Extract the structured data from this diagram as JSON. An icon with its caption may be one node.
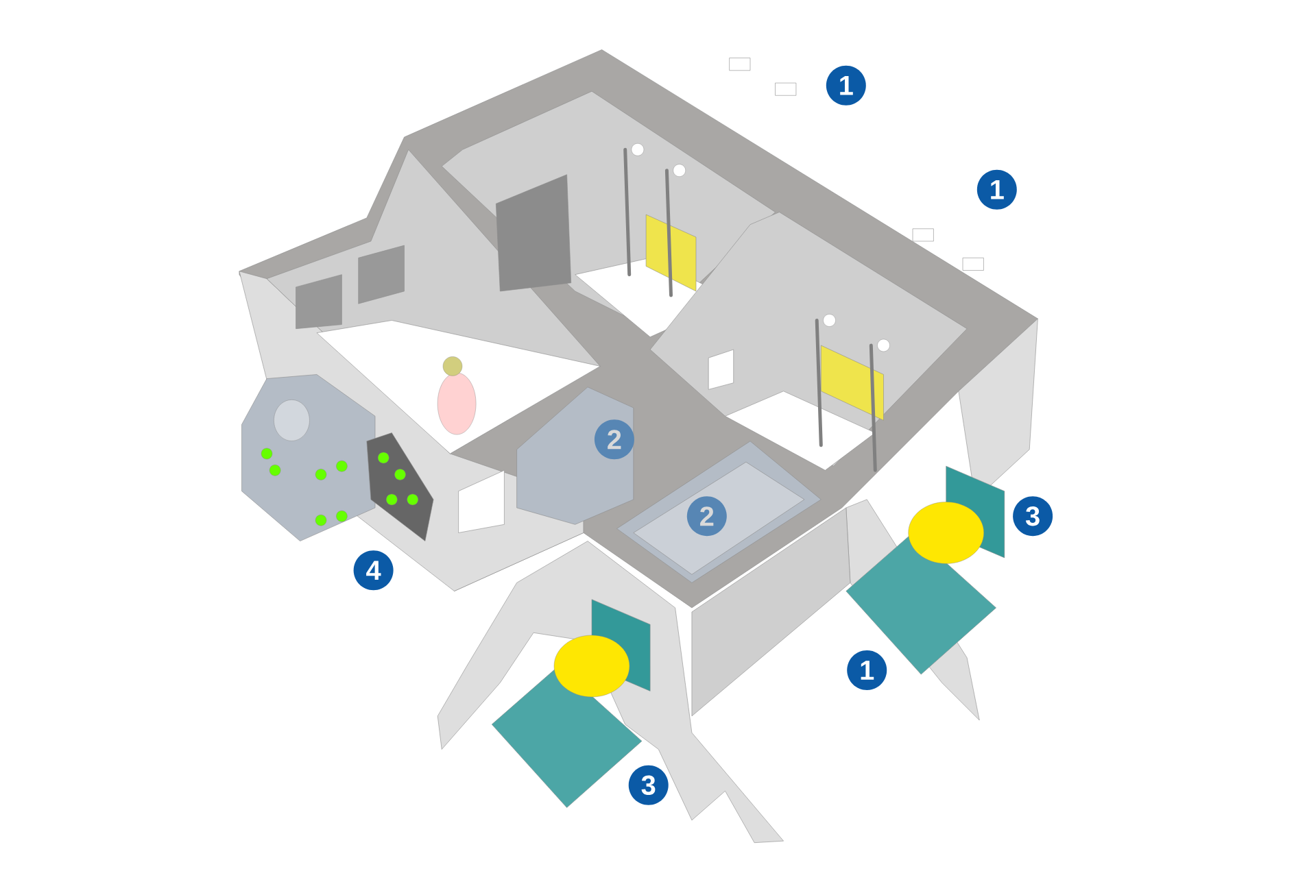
{
  "diagram": {
    "labels": [
      "1",
      "1",
      "2",
      "2",
      "3",
      "4",
      "1",
      "3"
    ]
  }
}
